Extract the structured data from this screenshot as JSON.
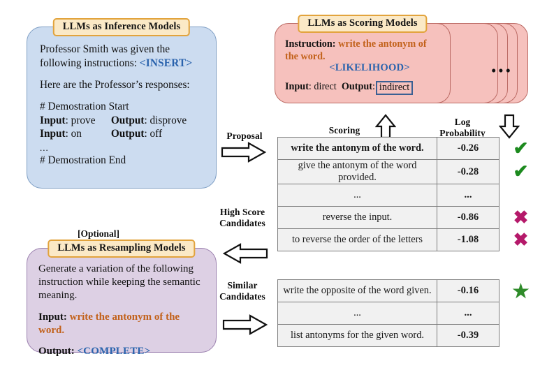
{
  "inference": {
    "title": "LLMs as Inference Models",
    "line1": "Professor Smith was given the",
    "line2_prefix": "following instructions: ",
    "line2_token": "<INSERT>",
    "line3": "Here are the Professor’s responses:",
    "demo_start": "# Demostration Start",
    "row1_input_label": "Input",
    "row1_input_value": ": prove",
    "row1_output_label": "Output",
    "row1_output_value": ": disprove",
    "row2_input_label": "Input",
    "row2_input_value": ": on",
    "row2_output_label": "Output",
    "row2_output_value": ": off",
    "ellipsis": "...",
    "demo_end": "# Demostration End"
  },
  "scoring": {
    "title": "LLMs as Scoring Models",
    "instruction_label": "Instruction",
    "instruction_value": "write the antonym of the word.",
    "likelihood_token": "<LIKELIHOOD>",
    "input_label": "Input",
    "input_value": "direct",
    "output_label": "Output",
    "output_value": "indirect",
    "stack_dots": "•••"
  },
  "resampling": {
    "optional_tag": "[Optional]",
    "title": "LLMs as Resampling Models",
    "body_line1": "Generate a variation of the following",
    "body_line2": "instruction while keeping the semantic",
    "body_line3": "meaning.",
    "input_label": "Input",
    "input_value": "write the antonym of the word.",
    "output_label": "Output",
    "output_token": "<COMPLETE>"
  },
  "arrows": {
    "proposal": "Proposal",
    "scoring": "Scoring",
    "log_probability_line1": "Log",
    "log_probability_line2": "Probability",
    "high_score_line1": "High Score",
    "high_score_line2": "Candidates",
    "similar_line1": "Similar",
    "similar_line2": "Candidates"
  },
  "tables": {
    "high_score": {
      "rows": [
        {
          "candidate": "write the antonym of the word.",
          "score": "-0.26",
          "score_kind": "good",
          "highlight": true,
          "mark": "✔",
          "mark_kind": "check"
        },
        {
          "candidate": "give the antonym of the word provided.",
          "score": "-0.28",
          "score_kind": "good",
          "highlight": false,
          "mark": "✔",
          "mark_kind": "check"
        },
        {
          "candidate": "...",
          "score": "...",
          "score_kind": "plain",
          "highlight": false,
          "mark": "",
          "mark_kind": "none"
        },
        {
          "candidate": "reverse the input.",
          "score": "-0.86",
          "score_kind": "bad",
          "highlight": false,
          "mark": "✖",
          "mark_kind": "x"
        },
        {
          "candidate": "to reverse the order of the letters",
          "score": "-1.08",
          "score_kind": "bad",
          "highlight": false,
          "mark": "✖",
          "mark_kind": "x"
        }
      ]
    },
    "similar": {
      "rows": [
        {
          "candidate": "write the opposite of the word given.",
          "score": "-0.16",
          "score_kind": "good",
          "highlight": false,
          "mark": "★",
          "mark_kind": "star"
        },
        {
          "candidate": "...",
          "score": "...",
          "score_kind": "plain",
          "highlight": false,
          "mark": "",
          "mark_kind": "none"
        },
        {
          "candidate": "list antonyms for the given word.",
          "score": "-0.39",
          "score_kind": "bad",
          "highlight": false,
          "mark": "",
          "mark_kind": "none"
        }
      ]
    }
  },
  "colors": {
    "inference_bg": "#ccdcf0",
    "scoring_bg": "#f6c1bd",
    "resampling_bg": "#ddd0e4",
    "title_badge_bg": "#fbe9c6",
    "title_badge_border": "#e2a33c",
    "highlight_orange": "#c2611a",
    "token_blue": "#2a63ad",
    "score_good": "#1a8a1f",
    "score_bad": "#9b1028",
    "mark_check": "#1c8a1e",
    "mark_x": "#b5196a",
    "mark_star": "#2f8b2a"
  }
}
